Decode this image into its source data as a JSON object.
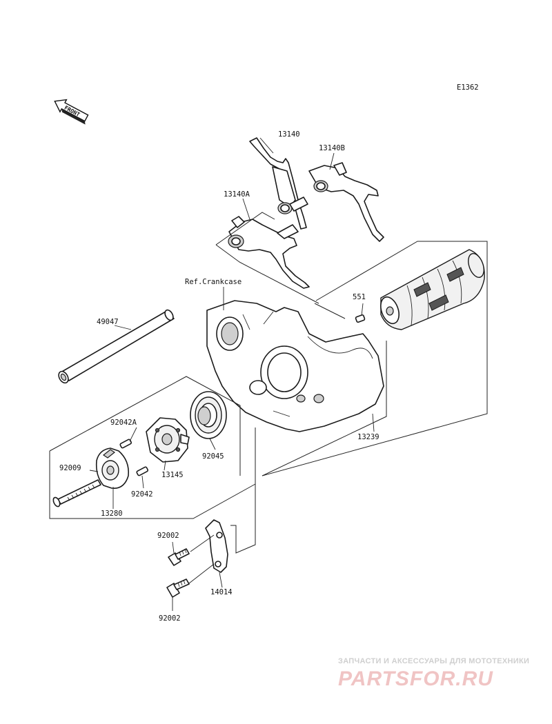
{
  "diagram_code": "E1362",
  "front_label": "FRONT",
  "crankcase_ref": "Ref.Crankcase",
  "parts": {
    "fork_13140": "13140",
    "fork_13140B": "13140B",
    "fork_13140A": "13140A",
    "pin_551": "551",
    "shaft_49047": "49047",
    "drum_13239": "13239",
    "pin_92042A": "92042A",
    "bearing_92045": "92045",
    "screw_92009": "92009",
    "holder_13145": "13145",
    "pin_92042": "92042",
    "plate_13280": "13280",
    "bolt_92002_top": "92002",
    "bolt_92002_bottom": "92002",
    "plate_14014": "14014"
  },
  "watermark": {
    "tagline": "ЗАПЧАСТИ И АКСЕССУАРЫ ДЛЯ МОТОТЕХНИКИ",
    "brand": "PARTSFOR.RU"
  }
}
